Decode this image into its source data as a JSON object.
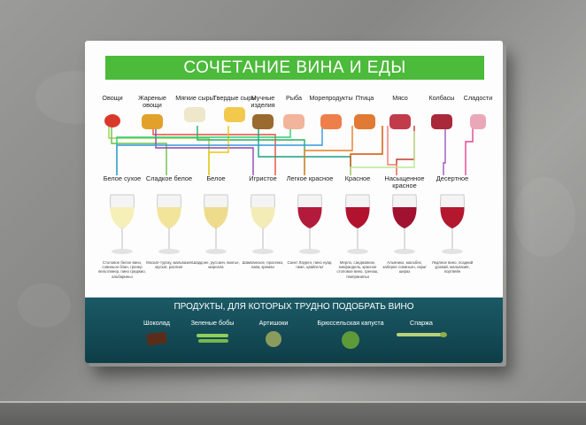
{
  "title": "СОЧЕТАНИЕ ВИНА И ЕДЫ",
  "foods": [
    {
      "label": "Овощи",
      "icon": "tomato-icon",
      "color": "#d9382b"
    },
    {
      "label": "Жареные овощи",
      "icon": "grilled-vegetables-icon",
      "color": "#e2a12a"
    },
    {
      "label": "Мягкие сыры",
      "icon": "soft-cheese-icon",
      "color": "#efe7c9"
    },
    {
      "label": "Твердые сыры",
      "icon": "hard-cheese-icon",
      "color": "#f2c94c"
    },
    {
      "label": "Мучные изделия",
      "icon": "bread-icon",
      "color": "#9b6a2f"
    },
    {
      "label": "Рыба",
      "icon": "fish-icon",
      "color": "#f2b49a"
    },
    {
      "label": "Морепродукты",
      "icon": "seafood-icon",
      "color": "#ef7f4a"
    },
    {
      "label": "Птица",
      "icon": "poultry-icon",
      "color": "#e07a34"
    },
    {
      "label": "Мясо",
      "icon": "meat-icon",
      "color": "#c23b4b"
    },
    {
      "label": "Колбасы",
      "icon": "sausage-icon",
      "color": "#a9283a"
    },
    {
      "label": "Сладости",
      "icon": "dessert-icon",
      "color": "#e9a7b7"
    }
  ],
  "wines": [
    {
      "name": "Белое сухое",
      "color": "#f6f0b8",
      "desc": "Столовое белое вино, совиньон блан, гренер вельтлинер, пино гриджио, альбариньо"
    },
    {
      "name": "Сладкое белое",
      "color": "#f2e49a",
      "desc": "Москат-тургау, мальвазия мускат, рислинг"
    },
    {
      "name": "Белое",
      "color": "#eedc8c",
      "desc": "Шардоне, руссанн, виогье, марсала"
    },
    {
      "name": "Игристое",
      "color": "#f4ecb6",
      "desc": "Шампанское, просекко, кава, креман"
    },
    {
      "name": "Легкое красное",
      "color": "#b21b3c",
      "desc": "Санкт Лаурен, пино нуар, гаме, цвайгельт"
    },
    {
      "name": "Красное",
      "color": "#b1132e",
      "desc": "Мерло, санджовезе, зинфандель, красное столовое вино, гренаш, темпранильо"
    },
    {
      "name": "Насыщенное красное",
      "color": "#a11130",
      "desc": "Альянико, мальбек, каберне совиньон, сира/шираз"
    },
    {
      "name": "Десертное",
      "color": "#b3182f",
      "desc": "Ледяное вино, поздний урожай, мальвазия, портвейн"
    }
  ],
  "difficult_title": "ПРОДУКТЫ, ДЛЯ КОТОРЫХ ТРУДНО ПОДОБРАТЬ ВИНО",
  "difficult": [
    {
      "label": "Шоколад",
      "icon": "chocolate-icon"
    },
    {
      "label": "Зеленые бобы",
      "icon": "green-beans-icon"
    },
    {
      "label": "Артишоки",
      "icon": "artichoke-icon"
    },
    {
      "label": "Брюссельская капуста",
      "icon": "brussels-sprouts-icon"
    },
    {
      "label": "Спаржа",
      "icon": "asparagus-icon"
    }
  ],
  "colors": {
    "title_bg": "#4cba3a",
    "bottom_bg": "#0e3e48"
  }
}
